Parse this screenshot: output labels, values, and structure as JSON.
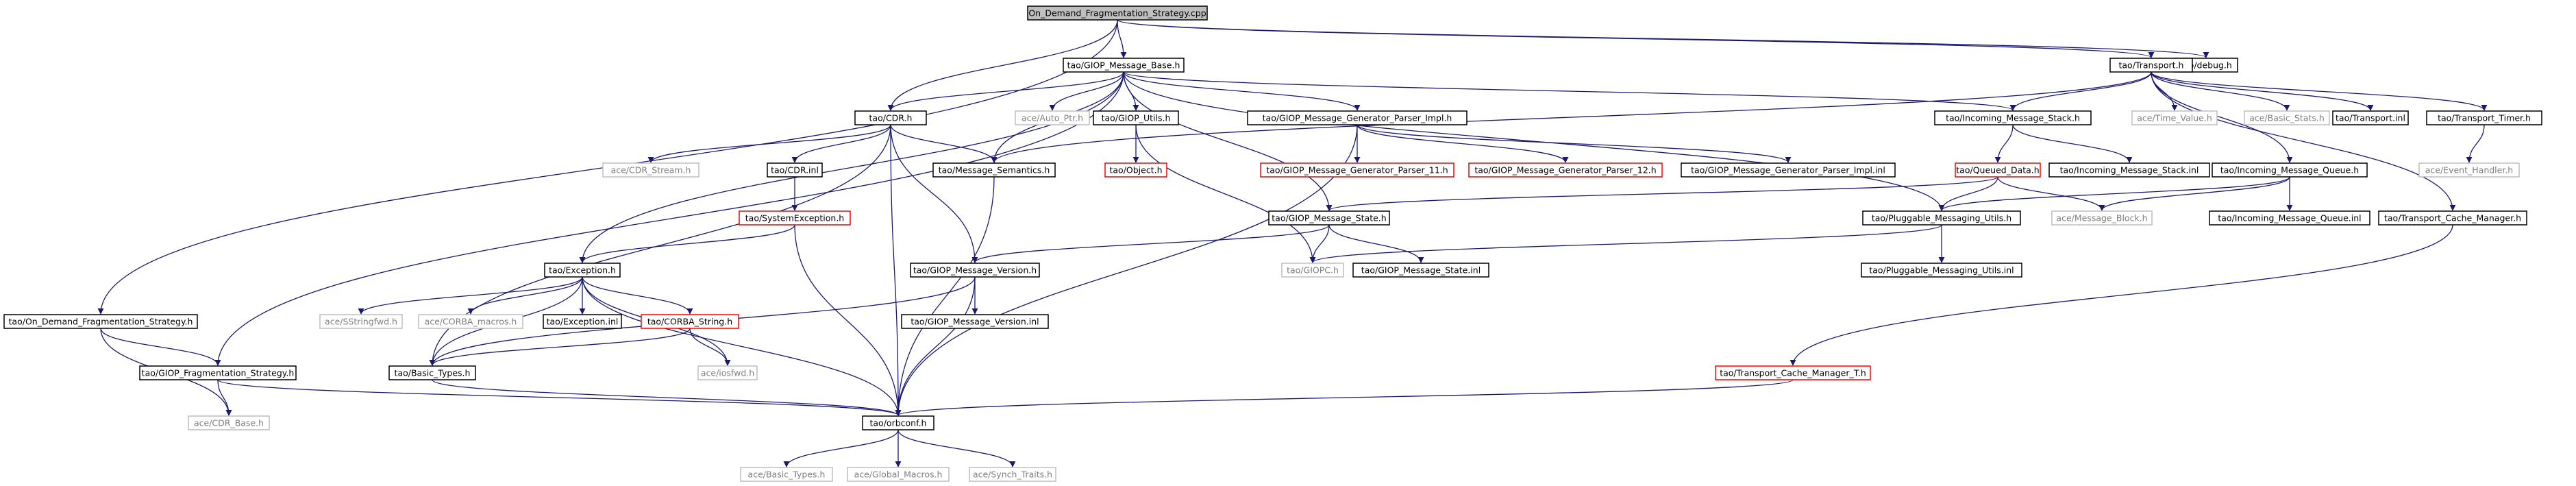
{
  "styles": {
    "root_fill": "#bfbfbf",
    "default_stroke": "#000000",
    "missing_stroke": "#bfbfbf",
    "missing_text": "#7f7f7f",
    "warning_stroke": "#ff0000",
    "edge_color": "#191970"
  },
  "nodes": [
    {
      "id": "root",
      "label": "On_Demand_Fragmentation_Strategy.cpp",
      "kind": "root"
    },
    {
      "id": "debug",
      "label": "tao/debug.h",
      "kind": "normal"
    },
    {
      "id": "gmb",
      "label": "tao/GIOP_Message_Base.h",
      "kind": "normal"
    },
    {
      "id": "transport",
      "label": "tao/Transport.h",
      "kind": "normal"
    },
    {
      "id": "cdr",
      "label": "tao/CDR.h",
      "kind": "normal"
    },
    {
      "id": "autoptr",
      "label": "ace/Auto_Ptr.h",
      "kind": "missing"
    },
    {
      "id": "giop_utils",
      "label": "tao/GIOP_Utils.h",
      "kind": "normal"
    },
    {
      "id": "gmgpi",
      "label": "tao/GIOP_Message_Generator_Parser_Impl.h",
      "kind": "normal"
    },
    {
      "id": "ims",
      "label": "tao/Incoming_Message_Stack.h",
      "kind": "normal"
    },
    {
      "id": "timevalue",
      "label": "ace/Time_Value.h",
      "kind": "missing"
    },
    {
      "id": "basicstats",
      "label": "ace/Basic_Stats.h",
      "kind": "missing"
    },
    {
      "id": "transport_inl",
      "label": "tao/Transport.inl",
      "kind": "normal"
    },
    {
      "id": "transport_timer",
      "label": "tao/Transport_Timer.h",
      "kind": "normal"
    },
    {
      "id": "cdr_stream",
      "label": "ace/CDR_Stream.h",
      "kind": "missing"
    },
    {
      "id": "cdr_inl",
      "label": "tao/CDR.inl",
      "kind": "normal"
    },
    {
      "id": "msgsem",
      "label": "tao/Message_Semantics.h",
      "kind": "normal"
    },
    {
      "id": "object",
      "label": "tao/Object.h",
      "kind": "warning"
    },
    {
      "id": "gmgp11",
      "label": "tao/GIOP_Message_Generator_Parser_11.h",
      "kind": "warning"
    },
    {
      "id": "gmgp12",
      "label": "tao/GIOP_Message_Generator_Parser_12.h",
      "kind": "warning"
    },
    {
      "id": "gmgpi_inl",
      "label": "tao/GIOP_Message_Generator_Parser_Impl.inl",
      "kind": "normal"
    },
    {
      "id": "queued",
      "label": "tao/Queued_Data.h",
      "kind": "warning"
    },
    {
      "id": "ims_inl",
      "label": "tao/Incoming_Message_Stack.inl",
      "kind": "normal"
    },
    {
      "id": "imq",
      "label": "tao/Incoming_Message_Queue.h",
      "kind": "normal"
    },
    {
      "id": "event_handler",
      "label": "ace/Event_Handler.h",
      "kind": "missing"
    },
    {
      "id": "sysexc",
      "label": "tao/SystemException.h",
      "kind": "warning"
    },
    {
      "id": "gms",
      "label": "tao/GIOP_Message_State.h",
      "kind": "normal"
    },
    {
      "id": "pmu",
      "label": "tao/Pluggable_Messaging_Utils.h",
      "kind": "normal"
    },
    {
      "id": "msgblock",
      "label": "ace/Message_Block.h",
      "kind": "missing"
    },
    {
      "id": "imq_inl",
      "label": "tao/Incoming_Message_Queue.inl",
      "kind": "normal"
    },
    {
      "id": "tcm",
      "label": "tao/Transport_Cache_Manager.h",
      "kind": "normal"
    },
    {
      "id": "exception",
      "label": "tao/Exception.h",
      "kind": "normal"
    },
    {
      "id": "gmv",
      "label": "tao/GIOP_Message_Version.h",
      "kind": "normal"
    },
    {
      "id": "giopc",
      "label": "tao/GIOPC.h",
      "kind": "missing"
    },
    {
      "id": "gms_inl",
      "label": "tao/GIOP_Message_State.inl",
      "kind": "normal"
    },
    {
      "id": "pmu_inl",
      "label": "tao/Pluggable_Messaging_Utils.inl",
      "kind": "normal"
    },
    {
      "id": "odfs",
      "label": "tao/On_Demand_Fragmentation_Strategy.h",
      "kind": "normal"
    },
    {
      "id": "sstringfwd",
      "label": "ace/SStringfwd.h",
      "kind": "missing"
    },
    {
      "id": "corba_macros",
      "label": "ace/CORBA_macros.h",
      "kind": "missing"
    },
    {
      "id": "exception_inl",
      "label": "tao/Exception.inl",
      "kind": "normal"
    },
    {
      "id": "corba_string",
      "label": "tao/CORBA_String.h",
      "kind": "warning"
    },
    {
      "id": "gmv_inl",
      "label": "tao/GIOP_Message_Version.inl",
      "kind": "normal"
    },
    {
      "id": "gfs",
      "label": "tao/GIOP_Fragmentation_Strategy.h",
      "kind": "normal"
    },
    {
      "id": "basic_types",
      "label": "tao/Basic_Types.h",
      "kind": "normal"
    },
    {
      "id": "iosfwd",
      "label": "ace/iosfwd.h",
      "kind": "missing"
    },
    {
      "id": "tcm_t",
      "label": "tao/Transport_Cache_Manager_T.h",
      "kind": "warning"
    },
    {
      "id": "cdr_base",
      "label": "ace/CDR_Base.h",
      "kind": "missing"
    },
    {
      "id": "orbconf",
      "label": "tao/orbconf.h",
      "kind": "normal"
    },
    {
      "id": "ace_basic_types",
      "label": "ace/Basic_Types.h",
      "kind": "missing"
    },
    {
      "id": "global_macros",
      "label": "ace/Global_Macros.h",
      "kind": "missing"
    },
    {
      "id": "synch_traits",
      "label": "ace/Synch_Traits.h",
      "kind": "missing"
    }
  ],
  "edges": [
    [
      "root",
      "debug"
    ],
    [
      "root",
      "gmb"
    ],
    [
      "root",
      "transport"
    ],
    [
      "root",
      "cdr"
    ],
    [
      "root",
      "odfs"
    ],
    [
      "gmb",
      "cdr"
    ],
    [
      "gmb",
      "autoptr"
    ],
    [
      "gmb",
      "giop_utils"
    ],
    [
      "gmb",
      "gmgpi"
    ],
    [
      "gmb",
      "ims"
    ],
    [
      "gmb",
      "msgsem"
    ],
    [
      "gmb",
      "gms"
    ],
    [
      "gmb",
      "exception"
    ],
    [
      "gmb",
      "pmu"
    ],
    [
      "gmb",
      "gfs"
    ],
    [
      "transport",
      "ims"
    ],
    [
      "transport",
      "timevalue"
    ],
    [
      "transport",
      "basicstats"
    ],
    [
      "transport",
      "transport_inl"
    ],
    [
      "transport",
      "transport_timer"
    ],
    [
      "transport",
      "imq"
    ],
    [
      "transport",
      "tcm"
    ],
    [
      "transport",
      "msgsem"
    ],
    [
      "cdr",
      "cdr_stream"
    ],
    [
      "cdr",
      "cdr_inl"
    ],
    [
      "cdr",
      "msgsem"
    ],
    [
      "cdr",
      "gmv"
    ],
    [
      "cdr",
      "basic_types"
    ],
    [
      "cdr",
      "orbconf"
    ],
    [
      "giop_utils",
      "object"
    ],
    [
      "giop_utils",
      "giopc"
    ],
    [
      "gmgpi",
      "gmgp11"
    ],
    [
      "gmgpi",
      "gmgp12"
    ],
    [
      "gmgpi",
      "gmgpi_inl"
    ],
    [
      "gmgpi",
      "orbconf"
    ],
    [
      "ims",
      "queued"
    ],
    [
      "ims",
      "ims_inl"
    ],
    [
      "transport_timer",
      "event_handler"
    ],
    [
      "cdr_inl",
      "sysexc"
    ],
    [
      "msgsem",
      "orbconf"
    ],
    [
      "queued",
      "gms"
    ],
    [
      "queued",
      "pmu"
    ],
    [
      "queued",
      "msgblock"
    ],
    [
      "imq",
      "pmu"
    ],
    [
      "imq",
      "msgblock"
    ],
    [
      "imq",
      "imq_inl"
    ],
    [
      "sysexc",
      "exception"
    ],
    [
      "sysexc",
      "orbconf"
    ],
    [
      "gms",
      "gmv"
    ],
    [
      "gms",
      "giopc"
    ],
    [
      "gms",
      "gms_inl"
    ],
    [
      "pmu",
      "giopc"
    ],
    [
      "pmu",
      "pmu_inl"
    ],
    [
      "tcm",
      "tcm_t"
    ],
    [
      "exception",
      "sstringfwd"
    ],
    [
      "exception",
      "corba_macros"
    ],
    [
      "exception",
      "exception_inl"
    ],
    [
      "exception",
      "corba_string"
    ],
    [
      "exception",
      "basic_types"
    ],
    [
      "exception",
      "iosfwd"
    ],
    [
      "exception",
      "orbconf"
    ],
    [
      "gmv",
      "gmv_inl"
    ],
    [
      "gmv",
      "basic_types"
    ],
    [
      "gmv",
      "orbconf"
    ],
    [
      "odfs",
      "gfs"
    ],
    [
      "odfs",
      "cdr_base"
    ],
    [
      "corba_string",
      "basic_types"
    ],
    [
      "corba_string",
      "iosfwd"
    ],
    [
      "gfs",
      "cdr_base"
    ],
    [
      "gfs",
      "orbconf"
    ],
    [
      "basic_types",
      "orbconf"
    ],
    [
      "tcm_t",
      "orbconf"
    ],
    [
      "orbconf",
      "ace_basic_types"
    ],
    [
      "orbconf",
      "global_macros"
    ],
    [
      "orbconf",
      "synch_traits"
    ]
  ]
}
